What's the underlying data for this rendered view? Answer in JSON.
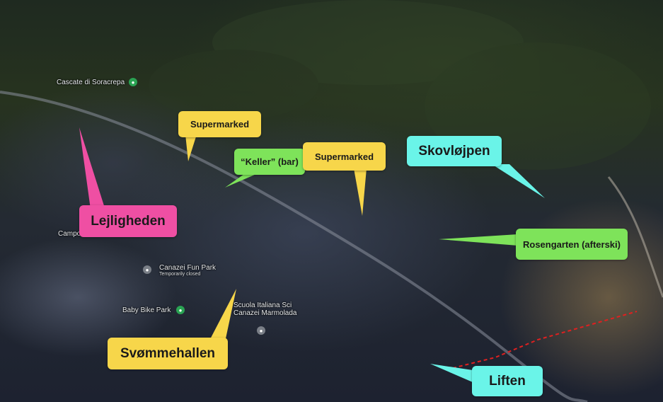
{
  "map_labels": {
    "cascate": "Cascate di Soracrepa",
    "campo": "Campo",
    "fun_park": "Canazei Fun Park",
    "fun_park_status": "Temporarily closed",
    "baby_bike": "Baby Bike Park",
    "scuola_line1": "Scuola Italiana Sci",
    "scuola_line2": "Canazei Marmolada"
  },
  "callouts": {
    "supermarked_1": "Supermarked",
    "keller": "“Keller” (bar)",
    "supermarked_2": "Supermarked",
    "skovlojpen": "Skovløjpen",
    "lejligheden": "Lejligheden",
    "rosengarten": "Rosengarten (afterski)",
    "svommehallen": "Svømmehallen",
    "liften": "Liften"
  },
  "icons": {
    "place_pin": "map-pin-icon"
  },
  "colors": {
    "yellow": "#f7d64a",
    "green": "#7ee35a",
    "cyan": "#6af4e8",
    "pink": "#ef4fa3",
    "trail": "#e02020"
  }
}
